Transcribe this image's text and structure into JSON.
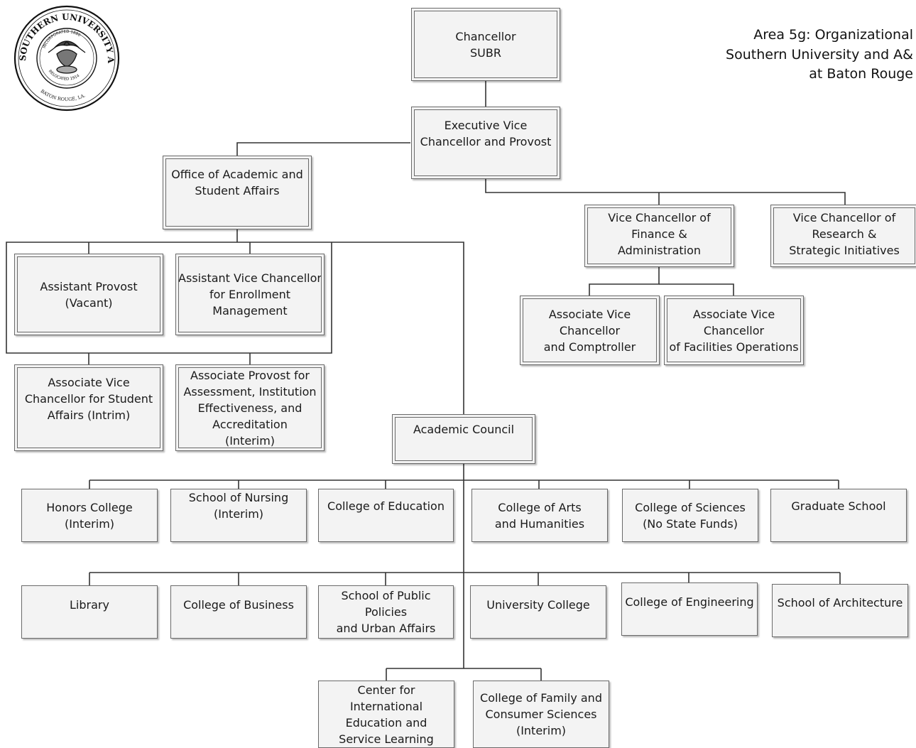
{
  "title": {
    "line1": "Area 5g: Organizational",
    "line2": "Southern University and A&",
    "line3": "at Baton Rouge"
  },
  "seal": {
    "outer_text": "SOUTHERN UNIVERSITY AND A&M COLLEGE",
    "inner_top": "INCORPORATED 1880",
    "inner_bottom": "RELOCATED 1914",
    "bottom_text": "BATON ROUGE, LA."
  },
  "nodes": {
    "chancellor": "Chancellor\nSUBR",
    "evcp": "Executive Vice\nChancellor and Provost",
    "oasa": "Office of Academic and\nStudent Affairs",
    "vc_finance": "Vice Chancellor of\nFinance &\nAdministration",
    "vc_research": "Vice Chancellor of\nResearch &\nStrategic Initiatives",
    "avc_comptroller": "Associate Vice\nChancellor\nand Comptroller",
    "avc_facilities": "Associate Vice\nChancellor\nof Facilities Operations",
    "asst_provost": "Assistant Provost\n(Vacant)",
    "avc_enrollment": "Assistant Vice Chancellor\nfor Enrollment\nManagement",
    "avc_student_affairs": "Associate Vice\nChancellor for Student\nAffairs (Intrim)",
    "ap_assessment": "Associate Provost for\nAssessment, Institution\nEffectiveness, and\nAccreditation\n(Interim)",
    "academic_council": "Academic Council",
    "honors": "Honors College\n(Interim)",
    "nursing": "School of Nursing\n(Interim)",
    "education": "College of Education",
    "arts": "College of Arts\nand Humanities",
    "sciences": "College of Sciences\n(No State Funds)",
    "graduate": "Graduate School",
    "library": "Library",
    "business": "College of Business",
    "public_policy": "School of Public Policies\nand Urban Affairs",
    "university_college": "University College",
    "engineering": "College of Engineering",
    "architecture": "School of Architecture",
    "international": "Center for International\nEducation and\nService Learning",
    "family": "College of Family and\nConsumer Sciences\n(Interim)"
  }
}
